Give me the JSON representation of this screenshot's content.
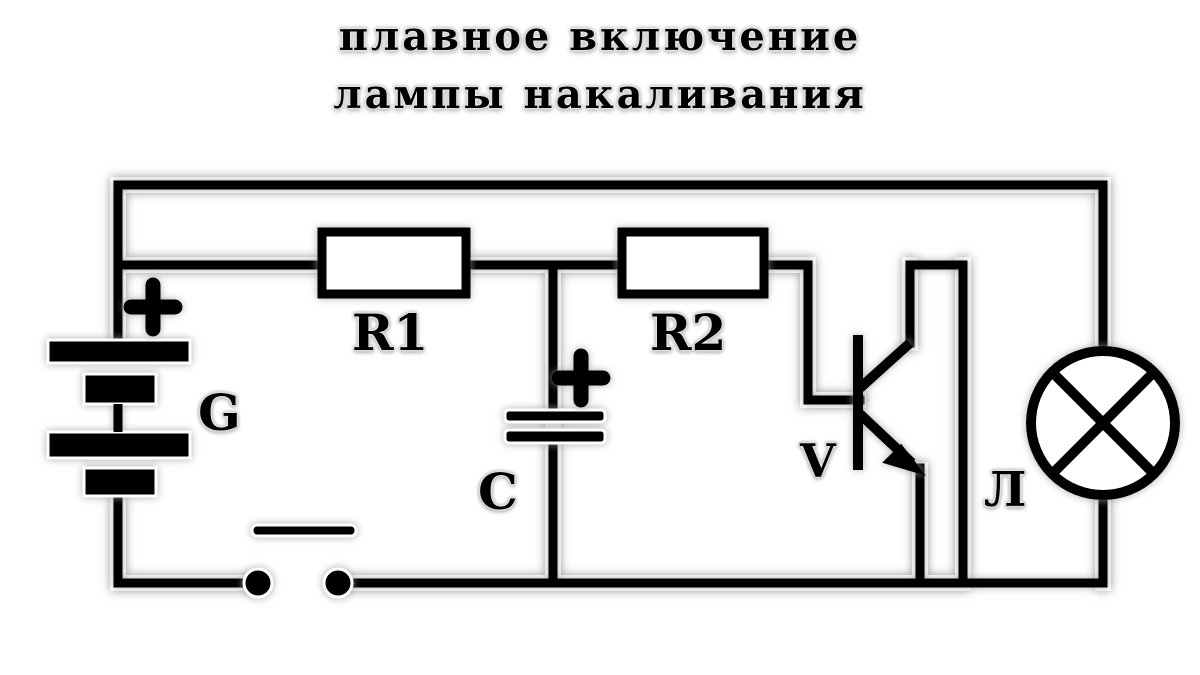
{
  "title": {
    "line1": "плавное включение",
    "line2": "лампы накаливания",
    "full": "плавное включение лампы накаливания"
  },
  "colors": {
    "background": "#ffffff",
    "ink": "#000000",
    "glow": "#b8b8b8"
  },
  "diagram": {
    "kind": "electrical-schematic",
    "description": "Soft-start circuit for an incandescent lamp: battery G, switch, RC network R1/C, base resistor R2, NPN transistor V, lamp L",
    "components": [
      {
        "ref": "G",
        "label": "G",
        "type": "battery",
        "marking": "+",
        "name": "battery-g"
      },
      {
        "ref": "SW",
        "label": "",
        "type": "switch-open",
        "marking": "",
        "name": "switch"
      },
      {
        "ref": "R1",
        "label": "R1",
        "type": "resistor",
        "marking": "",
        "name": "resistor-r1"
      },
      {
        "ref": "R2",
        "label": "R2",
        "type": "resistor",
        "marking": "",
        "name": "resistor-r2"
      },
      {
        "ref": "C",
        "label": "C",
        "type": "capacitor-polarized",
        "marking": "+",
        "name": "capacitor-c"
      },
      {
        "ref": "V",
        "label": "V",
        "type": "transistor-npn",
        "marking": "",
        "name": "transistor-v"
      },
      {
        "ref": "L",
        "label": "Л",
        "type": "lamp",
        "marking": "",
        "name": "lamp-l"
      }
    ],
    "polarity_marks": {
      "battery_plus": "+",
      "capacitor_plus": "+"
    }
  }
}
